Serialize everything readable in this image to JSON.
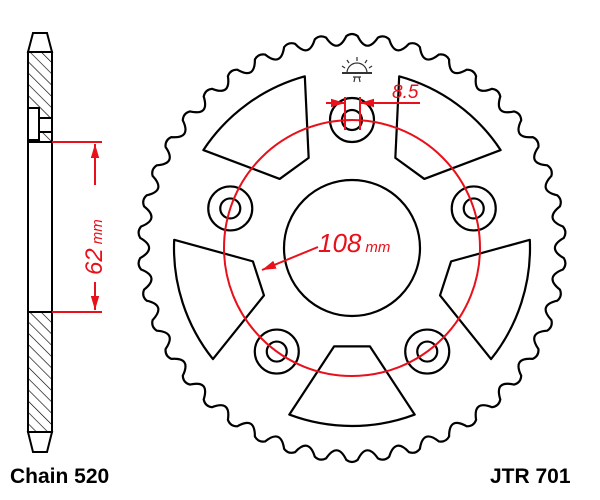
{
  "dimensions": {
    "hub_width": "62",
    "hub_width_unit": "mm",
    "bolt_circle": "108",
    "bolt_circle_unit": "mm",
    "bolt_hole": "8.5"
  },
  "footer": {
    "chain": "Chain 520",
    "part_number": "JTR 701"
  },
  "colors": {
    "dimension": "#e8101a",
    "outline": "#000000"
  },
  "logo_icon": "sun-logo-icon"
}
